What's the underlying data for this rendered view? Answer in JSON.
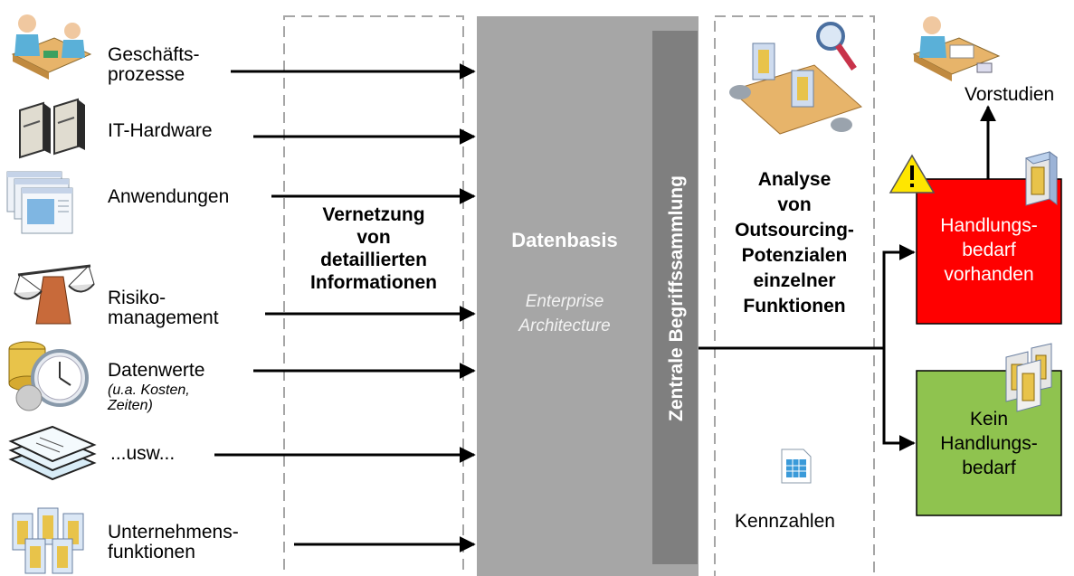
{
  "inputs": [
    {
      "line1": "Geschäfts-",
      "line2": "prozesse",
      "icon": "business-people-icon"
    },
    {
      "line1": "IT-Hardware",
      "line2": "",
      "icon": "server-icon"
    },
    {
      "line1": "Anwendungen",
      "line2": "",
      "icon": "application-windows-icon"
    },
    {
      "line1": "Risiko-",
      "line2": "management",
      "icon": "balance-scale-icon"
    },
    {
      "line1": "Datenwerte",
      "line2": "",
      "icon": "coins-clock-icon"
    },
    {
      "line1": "...usw...",
      "line2": "",
      "icon": "document-stack-icon"
    },
    {
      "line1": "Unternehmens-",
      "line2": "funktionen",
      "icon": "function-boxes-icon"
    }
  ],
  "datenwerte_note": {
    "line1": "(u.a. Kosten,",
    "line2": "Zeiten)"
  },
  "vernetzung": {
    "line1": "Vernetzung",
    "line2": "von",
    "line3": "detaillierten",
    "line4": "Informationen"
  },
  "datenbasis": {
    "title": "Datenbasis",
    "sub1": "Enterprise",
    "sub2": "Architecture"
  },
  "zentrale": "Zentrale Begriffssammlung",
  "analyse": {
    "line1": "Analyse",
    "line2": "von",
    "line3": "Outsourcing-",
    "line4": "Potenzialen",
    "line5": "einzelner",
    "line6": "Funktionen"
  },
  "kennzahlen": "Kennzahlen",
  "vorstudien": "Vorstudien",
  "handlungsbedarf": {
    "line1": "Handlungs-",
    "line2": "bedarf",
    "line3": "vorhanden"
  },
  "kein": {
    "line1": "Kein",
    "line2": "Handlungs-",
    "line3": "bedarf"
  },
  "colors": {
    "datenbasis_bg": "#a6a6a6",
    "zentrale_bg": "#7f7f7f",
    "handlungsbedarf_bg": "#ff0000",
    "kein_bg": "#8fc34f",
    "dashed_border": "#a6a6a6"
  }
}
